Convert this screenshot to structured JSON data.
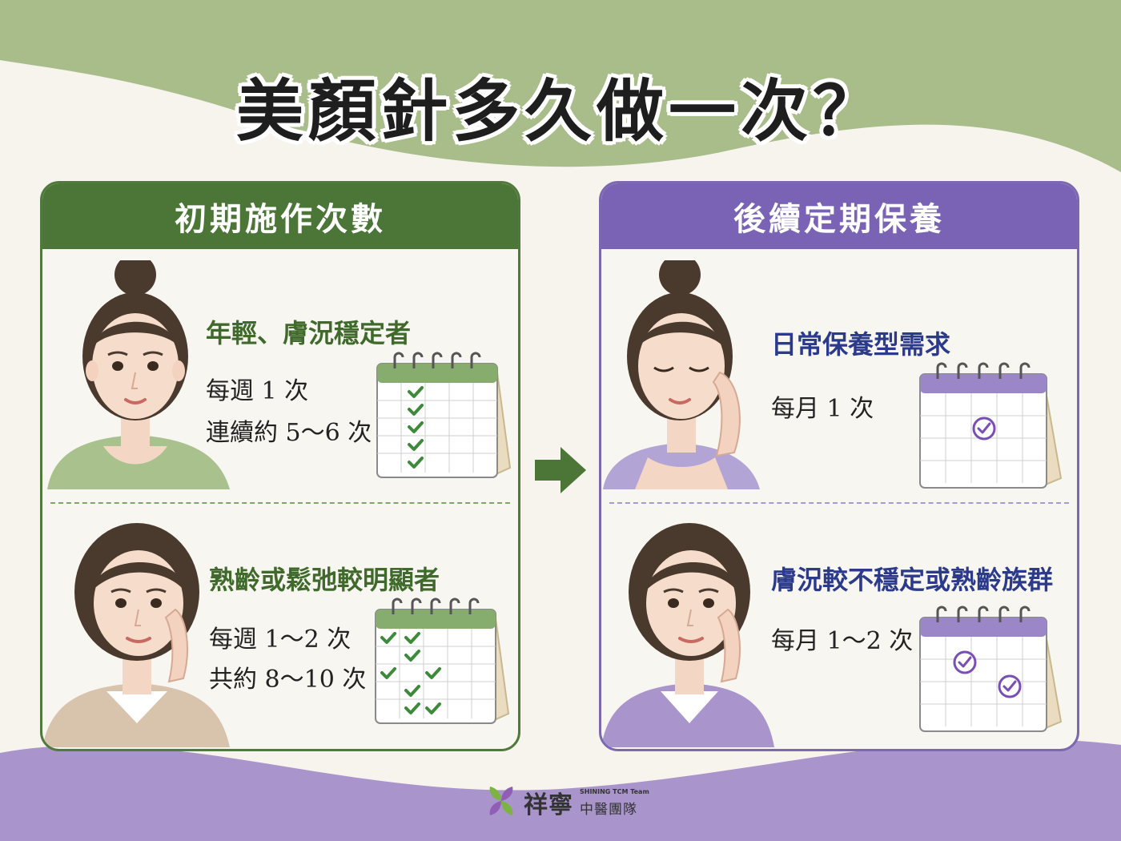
{
  "title": "美顏針多久做一次？",
  "colors": {
    "green": "#4c7638",
    "purple": "#7a63b5",
    "background": "#f7f4ee",
    "top_band": "#a9bd8a",
    "bottom_band": "#a995cc"
  },
  "left_panel": {
    "header": "初期施作次數",
    "cases": [
      {
        "title": "年輕、膚況穩定者",
        "lines": [
          "每週 1 次",
          "連續約 5～6 次"
        ]
      },
      {
        "title": "熟齡或鬆弛較明顯者",
        "lines": [
          "每週 1～2 次",
          "共約 8～10 次"
        ]
      }
    ]
  },
  "right_panel": {
    "header": "後續定期保養",
    "cases": [
      {
        "title": "日常保養型需求",
        "lines": [
          "每月 1 次"
        ]
      },
      {
        "title": "膚況較不穩定或熟齡族群",
        "lines": [
          "每月 1～2 次"
        ]
      }
    ]
  },
  "icons": {
    "arrow": "arrow-right-icon",
    "calendar": "calendar-icon",
    "check": "check-icon",
    "logo": "leaf-logo-icon"
  },
  "logo": {
    "name": "祥寧",
    "english": "SHINING TCM Team",
    "subtitle": "中醫團隊"
  }
}
